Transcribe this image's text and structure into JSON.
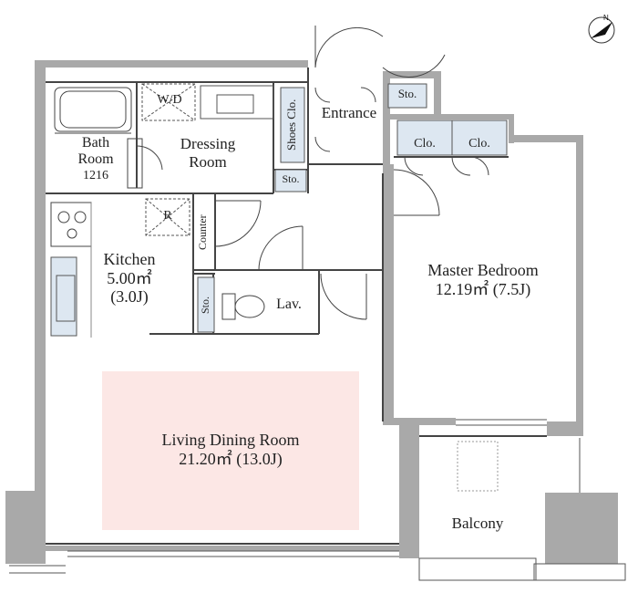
{
  "rooms": {
    "living": {
      "name": "Living Dining Room",
      "area": "21.20㎡ (13.0J)"
    },
    "master": {
      "name": "Master Bedroom",
      "area": "12.19㎡ (7.5J)"
    },
    "kitchen": {
      "name": "Kitchen",
      "area": "5.00㎡",
      "jo": "(3.0J)"
    },
    "bath": {
      "line1": "Bath",
      "line2": "Room",
      "size": "1216"
    },
    "dressing": {
      "line1": "Dressing",
      "line2": "Room"
    },
    "entrance": "Entrance",
    "balcony": "Balcony",
    "lav": "Lav."
  },
  "fixtures": {
    "wd": "W/D",
    "shoes_clo": "Shoes Clo.",
    "sto_entrance": "Sto.",
    "sto_dressing": "Sto.",
    "sto_lav": "Sto.",
    "clo_left": "Clo.",
    "clo_right": "Clo.",
    "refrigerator": "R",
    "counter": "Counter"
  },
  "colors": {
    "wall": "#a9a9a9",
    "living_highlight": "#fce7e5",
    "storage": "#dde7f1",
    "line": "#333333"
  }
}
